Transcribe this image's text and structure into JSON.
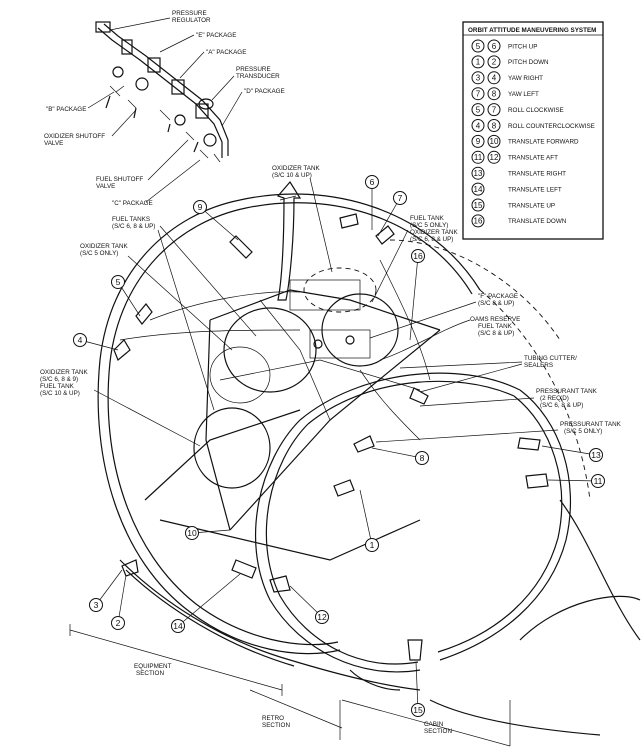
{
  "legend": {
    "title": "ORBIT ATTITUDE MANEUVERING SYSTEM",
    "rows": [
      {
        "a": "5",
        "b": "6",
        "text": "PITCH UP"
      },
      {
        "a": "1",
        "b": "2",
        "text": "PITCH DOWN"
      },
      {
        "a": "3",
        "b": "4",
        "text": "YAW RIGHT"
      },
      {
        "a": "7",
        "b": "8",
        "text": "YAW LEFT"
      },
      {
        "a": "5",
        "b": "7",
        "text": "ROLL CLOCKWISE"
      },
      {
        "a": "4",
        "b": "8",
        "text": "ROLL COUNTERCLOCKWISE"
      },
      {
        "a": "9",
        "b": "10",
        "text": "TRANSLATE FORWARD"
      },
      {
        "a": "11",
        "b": "12",
        "text": "TRANSLATE AFT"
      },
      {
        "a": "13",
        "b": "",
        "text": "TRANSLATE RIGHT"
      },
      {
        "a": "14",
        "b": "",
        "text": "TRANSLATE LEFT"
      },
      {
        "a": "15",
        "b": "",
        "text": "TRANSLATE UP"
      },
      {
        "a": "16",
        "b": "",
        "text": "TRANSLATE DOWN"
      }
    ]
  },
  "labels": {
    "pressure_regulator_1": "PRESSURE",
    "pressure_regulator_2": "REGULATOR",
    "e_package": "\"E\" PACKAGE",
    "a_package": "\"A\" PACKAGE",
    "pressure_transducer_1": "PRESSURE",
    "pressure_transducer_2": "TRANSDUCER",
    "d_package": "\"D\" PACKAGE",
    "b_package": "\"B\" PACKAGE",
    "oxidizer_shutoff_1": "OXIDIZER SHUTOFF",
    "oxidizer_shutoff_2": "VALVE",
    "fuel_shutoff_1": "FUEL SHUTOFF",
    "fuel_shutoff_2": "VALVE",
    "c_package": "\"C\" PACKAGE",
    "oxidizer_tank_sc10_1": "OXIDIZER TANK",
    "oxidizer_tank_sc10_2": "(S/C 10 & UP)",
    "fuel_tanks_1": "FUEL TANKS",
    "fuel_tanks_2": "(S/C 6, 8 & UP)",
    "oxidizer_tank_sc5_1": "OXIDIZER TANK",
    "oxidizer_tank_sc5_2": "(S/C 5 ONLY)",
    "fuel_tank_right_1": "FUEL TANK",
    "fuel_tank_right_2": "(S/C 5 ONLY)",
    "fuel_tank_right_3": "OXIDIZER TANK",
    "fuel_tank_right_4": "(S/C 6, 8 & UP)",
    "f_package_1": "\"F\" PACKAGE",
    "f_package_2": "(S/C 8 & UP)",
    "oams_reserve_1": "OAMS RESERVE",
    "oams_reserve_2": "FUEL TANK",
    "oams_reserve_3": "(S/C 8 & UP)",
    "oxidizer_tank_left_1": "OXIDIZER TANK",
    "oxidizer_tank_left_2": "(S/C 6, 8 & 9)",
    "oxidizer_tank_left_3": "FUEL TANK",
    "oxidizer_tank_left_4": "(S/C 10 & UP)",
    "tubing_cutter_1": "TUBING CUTTER/",
    "tubing_cutter_2": "SEALERS",
    "pressurant_tank_1": "PRESSURANT TANK",
    "pressurant_tank_2": "(2 REQ'D)",
    "pressurant_tank_3": "(S/C 6, 8 & UP)",
    "pressurant_tank_sc5_1": "PRESSURANT TANK",
    "pressurant_tank_sc5_2": "(S/C 5 ONLY)",
    "equipment_section_1": "EQUIPMENT",
    "equipment_section_2": "SECTION",
    "retro_section_1": "RETRO",
    "retro_section_2": "SECTION",
    "cabin_section_1": "CABIN",
    "cabin_section_2": "SECTION"
  },
  "callouts": [
    "1",
    "2",
    "3",
    "4",
    "5",
    "6",
    "7",
    "8",
    "9",
    "10",
    "11",
    "12",
    "13",
    "14",
    "15",
    "16"
  ]
}
